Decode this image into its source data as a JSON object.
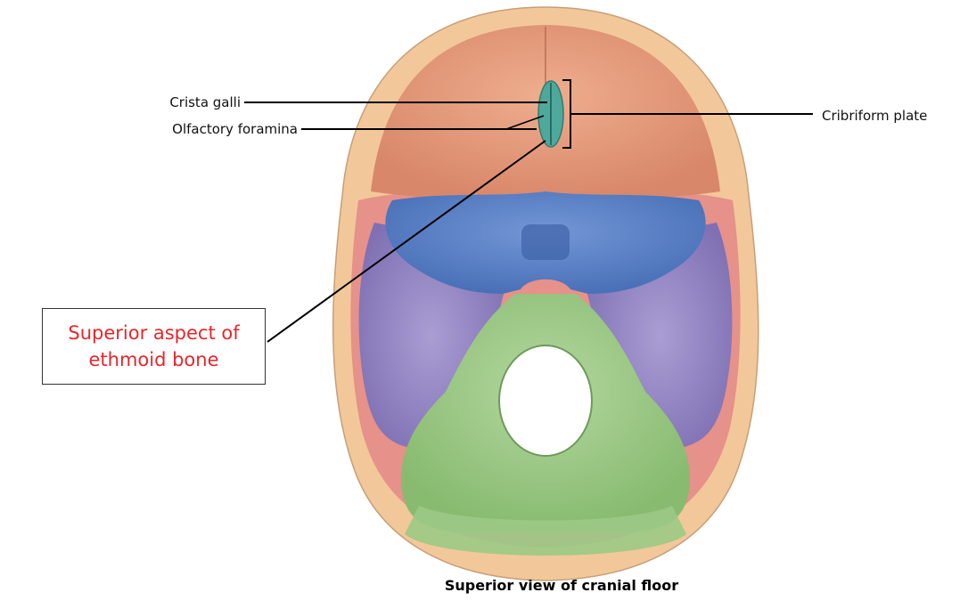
{
  "labels": {
    "crista_galli": "Crista galli",
    "olfactory_foramina": "Olfactory foramina",
    "cribriform_plate": "Cribriform plate",
    "callout_line1": "Superior aspect of",
    "callout_line2": "ethmoid bone"
  },
  "caption": "Superior view of cranial floor",
  "colors": {
    "frontal_bone": "#e39a78",
    "skull_rim": "#f2c89a",
    "sphenoid_bone": "#5b82c8",
    "temporal_bone": "#9585c4",
    "occipital_bone": "#9cc985",
    "parietal_bone": "#e6918a",
    "ethmoid_bone": "#4fa89c",
    "callout_text": "#e8262a"
  }
}
